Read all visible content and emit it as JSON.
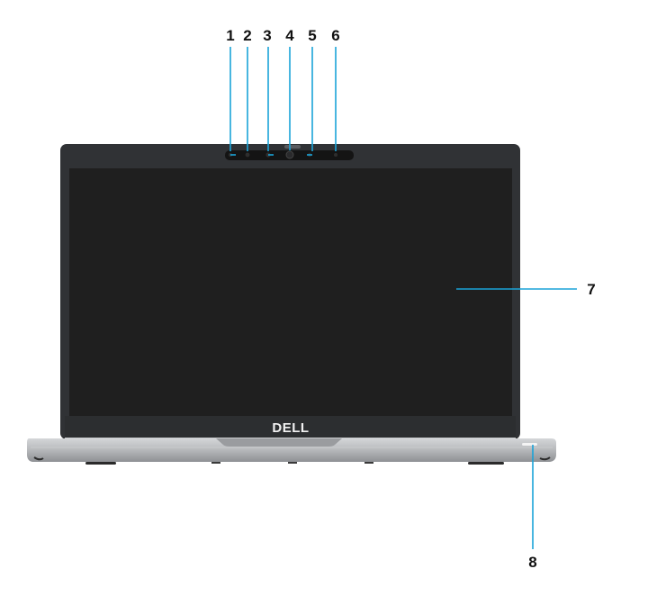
{
  "figure": {
    "logo": "DELL",
    "callouts": [
      {
        "id": "1",
        "label": "1"
      },
      {
        "id": "2",
        "label": "2"
      },
      {
        "id": "3",
        "label": "3"
      },
      {
        "id": "4",
        "label": "4"
      },
      {
        "id": "5",
        "label": "5"
      },
      {
        "id": "6",
        "label": "6"
      },
      {
        "id": "7",
        "label": "7"
      },
      {
        "id": "8",
        "label": "8"
      }
    ]
  },
  "colors": {
    "callout_line": "#1aa3d8",
    "bezel": "#333538",
    "screen": "#1f1f1f",
    "base": "#b8babd"
  }
}
